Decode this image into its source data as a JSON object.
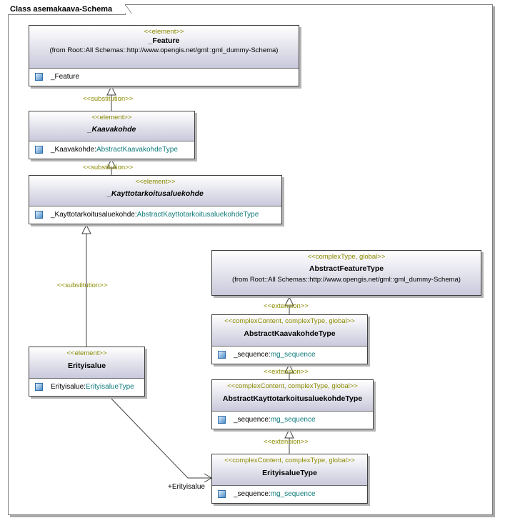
{
  "diagram": {
    "title": "Class asemakaava-Schema",
    "stereotype_labels": {
      "element": "<<element>>",
      "complex_type_global": "<<complexType, global>>",
      "complex_content": "<<complexContent, complexType, global>>",
      "substitution": "<<substitution>>",
      "extension": "<<extension>>"
    },
    "classes": {
      "feature": {
        "name": "_Feature",
        "from": "(from Root::All Schemas::http://www.opengis.net/gml::gml_dummy-Schema)",
        "attr_name": "_Feature",
        "attr_type": ""
      },
      "kaavakohde": {
        "name": "_Kaavakohde",
        "attr_name": "_Kaavakohde:",
        "attr_type": "AbstractKaavakohdeType"
      },
      "kayttotarkoitus": {
        "name": "_Kayttotarkoitusaluekohde",
        "attr_name": "_Kayttotarkoitusaluekohde:",
        "attr_type": "AbstractKayttotarkoitusaluekohdeType"
      },
      "erityisalue": {
        "name": "Erityisalue",
        "attr_name": "Erityisalue:",
        "attr_type": "ErityisalueType"
      },
      "abstract_feature_type": {
        "name": "AbstractFeatureType",
        "from": "(from Root::All Schemas::http://www.opengis.net/gml::gml_dummy-Schema)"
      },
      "abstract_kaavakohde_type": {
        "name": "AbstractKaavakohdeType",
        "attr_name": "_sequence:",
        "attr_type": "mg_sequence"
      },
      "abstract_kayttotarkoitus_type": {
        "name": "AbstractKayttotarkoitusaluekohdeType",
        "attr_name": "_sequence:",
        "attr_type": "mg_sequence"
      },
      "erityisalue_type": {
        "name": "ErityisalueType",
        "attr_name": "_sequence:",
        "attr_type": "mg_sequence"
      }
    },
    "association_role": "+Erityisalue",
    "colors": {
      "stereotype": "#8a8a00",
      "type_text": "#0f7a7a",
      "header_gradient_end": "#c9c9dc"
    }
  }
}
